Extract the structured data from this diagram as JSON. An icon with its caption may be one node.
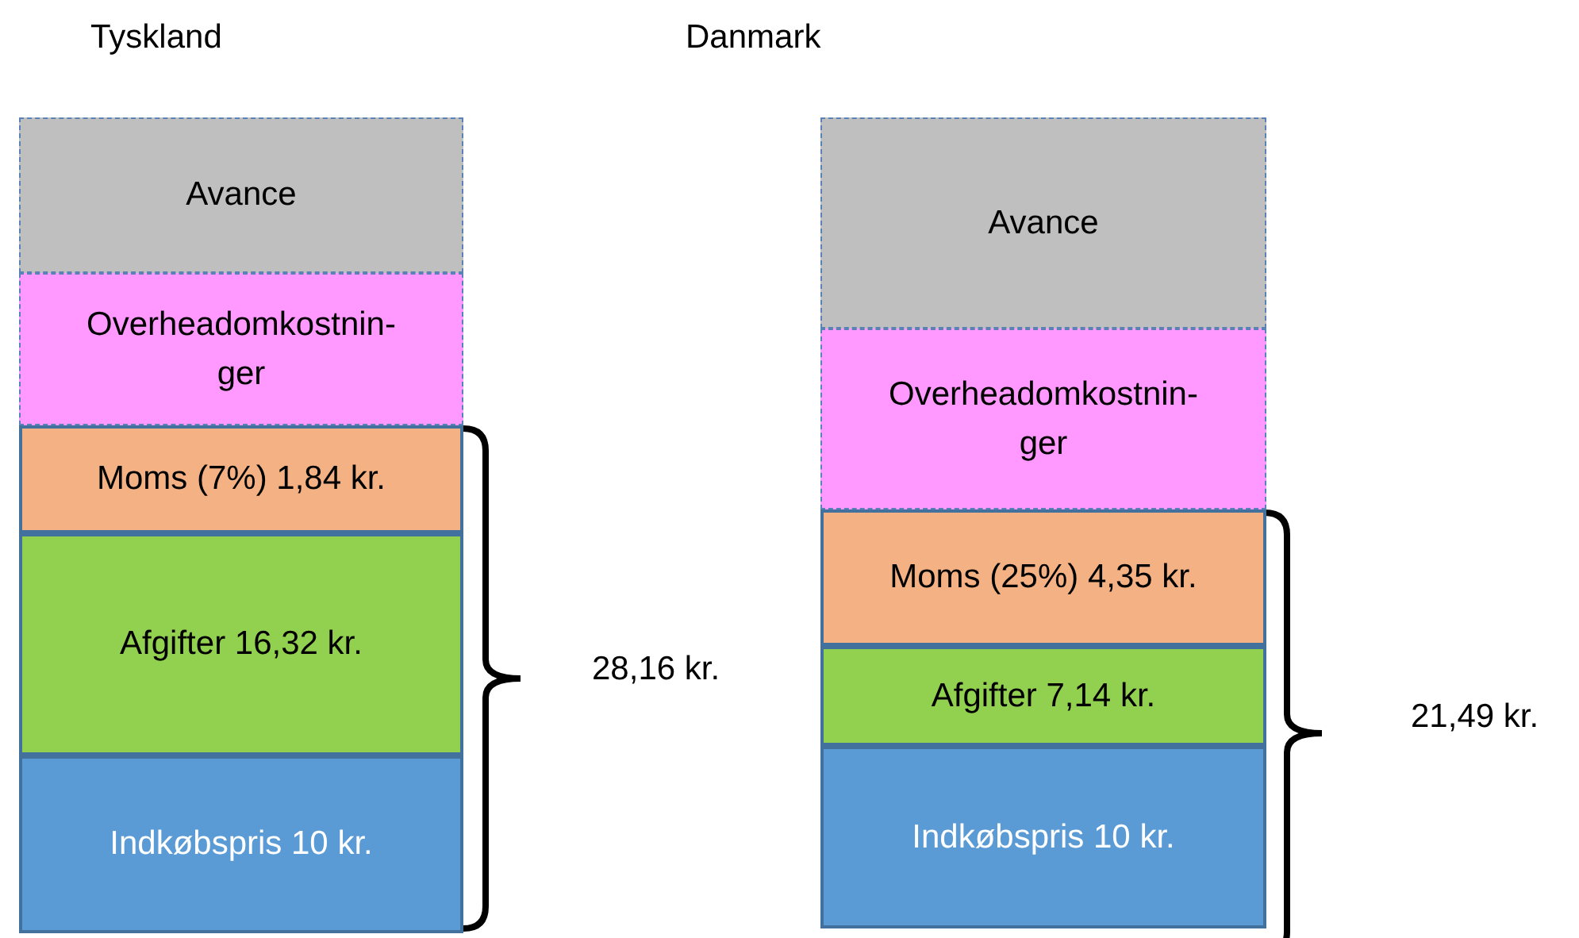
{
  "diagram": {
    "nodes": [
      {
        "text": [
          "Avance"
        ]
      },
      {
        "text": [
          "Overheadomkostnin-ger"
        ]
      },
      {
        "text": [
          "Moms (7%) 1,84 kr."
        ]
      },
      {
        "text": [
          "Afgifter 16,32 kr."
        ]
      },
      {
        "text": [
          "Indkøbspris 10 kr."
        ]
      },
      {
        "text": [
          "Avance"
        ]
      },
      {
        "text": [
          "Overheadomkostnin-ger"
        ]
      },
      {
        "text": [
          "Moms (25%) 4,35 kr."
        ]
      },
      {
        "text": [
          "Afgifter 7,14 kr."
        ]
      },
      {
        "text": [
          "Indkøbspris 10 kr."
        ]
      }
    ],
    "labels": [
      "Tyskland",
      "Danmark",
      "28,16 kr.",
      "21,49 kr."
    ]
  }
}
